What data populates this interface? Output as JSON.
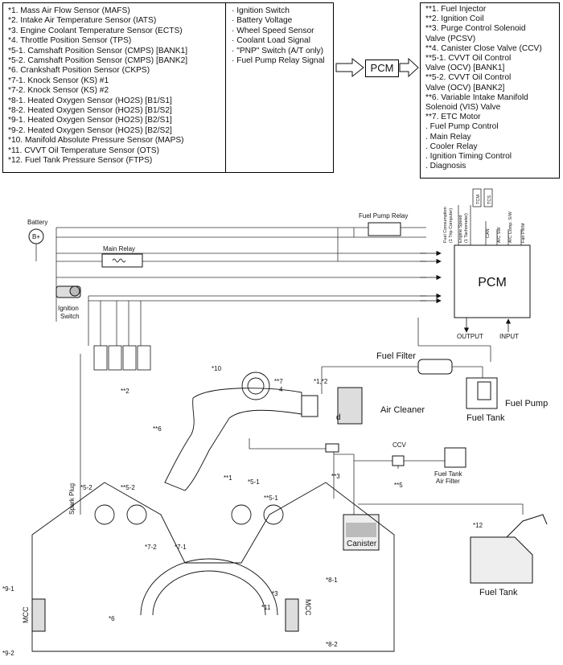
{
  "sensors": {
    "left": [
      "*1. Mass Air Flow Sensor (MAFS)",
      "*2. Intake Air Temperature Sensor (IATS)",
      "*3. Engine Coolant Temperature Sensor (ECTS)",
      "*4. Throttle Position Sensor (TPS)",
      "*5-1. Camshaft Position Sensor (CMPS) [BANK1]",
      "*5-2. Camshaft Position Sensor (CMPS) [BANK2]",
      "*6. Crankshaft Position Sensor (CKPS)",
      "*7-1. Knock Sensor (KS) #1",
      "*7-2. Knock Sensor (KS) #2",
      "*8-1. Heated Oxygen Sensor (HO2S) [B1/S1]",
      "*8-2. Heated Oxygen Sensor (HO2S) [B1/S2]",
      "*9-1. Heated Oxygen Sensor (HO2S) [B2/S1]",
      "*9-2. Heated Oxygen Sensor (HO2S) [B2/S2]",
      "*10. Manifold Absolute Pressure Sensor (MAPS)",
      "*11. CVVT Oil Temperature Sensor (OTS)",
      "*12. Fuel Tank Pressure Sensor (FTPS)"
    ],
    "right": [
      "· Ignition Switch",
      "· Battery Voltage",
      "· Wheel Speed Sensor",
      "· Coolant Load Signal",
      "· \"PNP\" Switch (A/T only)",
      "· Fuel Pump Relay Signal"
    ]
  },
  "pcm_label": "PCM",
  "outputs": [
    "**1. Fuel Injector",
    "**2. Ignition Coil",
    "**3.  Purge Control Solenoid",
    "       Valve (PCSV)",
    "**4. Canister Close Valve (CCV)",
    "**5-1. CVVT Oil Control",
    "         Valve (OCV) [BANK1]",
    "**5-2. CVVT Oil Control",
    "         Valve (OCV) [BANK2]",
    "**6. Variable Intake Manifold",
    "      Solenoid (VIS) Valve",
    "**7. ETC Motor",
    ". Fuel Pump Control",
    ". Main Relay",
    ". Cooler Relay",
    ". Ignition Timing Control",
    ". Diagnosis"
  ],
  "diagram": {
    "battery": "Battery",
    "battery_symbol": "B+",
    "main_relay": "Main Relay",
    "fuel_pump_relay": "Fuel Pump Relay",
    "ignition_switch_1": "Ignition",
    "ignition_switch_2": "Switch",
    "pcm": "PCM",
    "output": "OUTPUT",
    "input": "INPUT",
    "fuel_consumption_1": "Fuel Consumption",
    "fuel_consumption_2": "(1 Trip Computer)",
    "engine_speed_1": "Engine Speed",
    "engine_speed_2": "(1 Tachometer)",
    "can": "CAN",
    "tcm": "TCM",
    "tcs": "TCS",
    "ac_sw": "A/C SW",
    "ac_comp": "A/C Comp. S/W",
    "fan_pwm": "Fan PWM",
    "fuel_filter": "Fuel Filter",
    "fuel_pump": "Fuel Pump",
    "fuel_tank_upper": "Fuel Tank",
    "air_cleaner": "Air Cleaner",
    "ccv": "CCV",
    "fuel_tank_air_filter_1": "Fuel Tank",
    "fuel_tank_air_filter_2": "Air Filter",
    "canister": "Canister",
    "fuel_tank_lower": "Fuel Tank",
    "spark_plug": "Spark Plug",
    "mcc_left": "MCC",
    "mcc_right": "MCC",
    "d_mark": "d",
    "callouts": {
      "c10": "*10",
      "c2s": "**2",
      "c6s": "**6",
      "c7s": "**7",
      "c4": "4",
      "c12": "*1,*2",
      "c3s": "**3",
      "c5s": "**5",
      "c52": "*5-2",
      "c52s": "**5-2",
      "c1s": "**1",
      "c51": "*5-1",
      "c51s": "**5-1",
      "c12b": "*12",
      "c72": "*7-2",
      "c71": "*7-1",
      "c91": "*9-1",
      "c81": "*8-1",
      "c3": "*3",
      "c11": "*11",
      "c6": "*6",
      "c92": "*9-2",
      "c82": "*8-2"
    }
  }
}
